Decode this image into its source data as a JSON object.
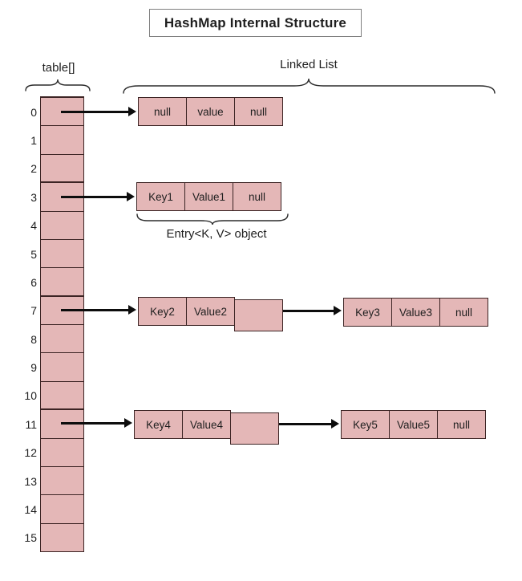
{
  "title": "HashMap Internal Structure",
  "labels": {
    "table_array": "table[]",
    "linked_list": "Linked List",
    "entry_object": "Entry<K, V> object"
  },
  "bucket_array": {
    "indices": [
      "0",
      "1",
      "2",
      "3",
      "4",
      "5",
      "6",
      "7",
      "8",
      "9",
      "10",
      "11",
      "12",
      "13",
      "14",
      "15"
    ],
    "active_rows": [
      0,
      3,
      7,
      11
    ]
  },
  "nodes": [
    {
      "name": "node-bucket0",
      "cells": [
        "null",
        "value",
        "null"
      ]
    },
    {
      "name": "node-bucket3",
      "cells": [
        "Key1",
        "Value1",
        "null"
      ]
    },
    {
      "name": "node-bucket7-first",
      "cells": [
        "Key2",
        "Value2",
        ""
      ]
    },
    {
      "name": "node-bucket7-second",
      "cells": [
        "Key3",
        "Value3",
        "null"
      ]
    },
    {
      "name": "node-bucket11-first",
      "cells": [
        "Key4",
        "Value4",
        ""
      ]
    },
    {
      "name": "node-bucket11-second",
      "cells": [
        "Key5",
        "Value5",
        "null"
      ]
    }
  ],
  "colors": {
    "cell_fill": "#e4b7b7",
    "cell_border": "#3c2424",
    "arrow": "#0d0d0d",
    "background": "#ffffff",
    "text": "#1f1f1f",
    "title_box_border": "#7f7f7f"
  }
}
